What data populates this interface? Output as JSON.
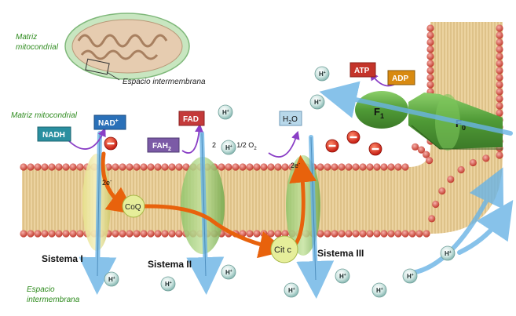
{
  "labels": {
    "matrix_top_line1": "Matriz",
    "matrix_top_line2": "mitocondrial",
    "intermembrane_top": "Espacio intermembrana",
    "matrix_side": "Matriz mitocondrial",
    "intermembrane_bottom_line1": "Espacio",
    "intermembrane_bottom_line2": "intermembrana"
  },
  "molecules": {
    "nadh": "NADH",
    "nad": "NAD",
    "nad_sup": "+",
    "fad": "FAD",
    "fah": "FAH",
    "fah_sub": "2",
    "coq": "CoQ",
    "cit_c": "Cit c",
    "water_h": "H",
    "water_sub": "2",
    "water_o": "O",
    "atp": "ATP",
    "adp": "ADP",
    "f1": "F",
    "f1_sub": "1",
    "f0": "F",
    "f0_sub": "0"
  },
  "reaction": {
    "coef": "2",
    "h": "H",
    "h_sup": "+",
    "plus_half": "+ 1/2 O",
    "o_sub": "2"
  },
  "electrons": {
    "two_e_1": "2e",
    "two_e_2": "2e",
    "sup": "-"
  },
  "systems": {
    "s1": "Sistema I",
    "s2": "Sistema II",
    "s3": "Sistema III"
  },
  "ion": {
    "h": "H",
    "sup": "+"
  },
  "colors": {
    "membrane": "#e8c68a",
    "head": "#d9534f",
    "proton": "#c9e3df",
    "arrow_blue": "#6ab4e6",
    "arrow_orange": "#e8620c",
    "arrow_purple": "#8a3fc6",
    "box_teal": "#2a8fa0",
    "box_blue": "#2a70b8",
    "box_red": "#c43a3a",
    "box_purple": "#7b5aa6",
    "atp_red": "#c4342a",
    "adp_orange": "#d88a10",
    "synthase_green": "#5ea844",
    "text_green": "#2e8b1e"
  }
}
